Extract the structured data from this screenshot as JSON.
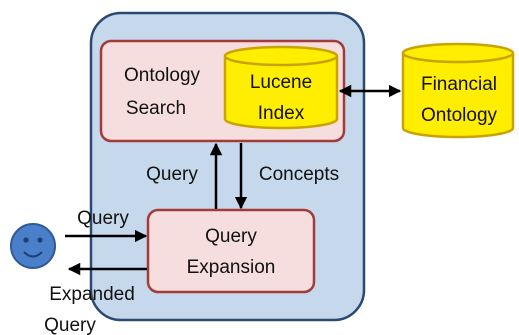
{
  "diagram": {
    "ontology_search": {
      "line1": "Ontology",
      "line2": "Search"
    },
    "lucene_index": {
      "line1": "Lucene",
      "line2": "Index"
    },
    "financial_ontology": {
      "line1": "Financial",
      "line2": "Ontology"
    },
    "query_expansion": {
      "line1": "Query",
      "line2": "Expansion"
    },
    "edge_query_up": "Query",
    "edge_concepts_down": "Concepts",
    "user_query_in": "Query",
    "expanded_query_out": {
      "line1": "Expanded",
      "line2": "Query"
    }
  },
  "colors": {
    "container_fill": "#c6d8ec",
    "container_stroke": "#2a4a74",
    "box_fill": "#f6dede",
    "box_stroke": "#a33b3b",
    "db_fill": "#ffee00",
    "db_stroke": "#c9a400",
    "smiley_fill": "#4a7fc9",
    "arrow": "#000000"
  },
  "icons": {
    "user": "smiley-face-icon"
  }
}
